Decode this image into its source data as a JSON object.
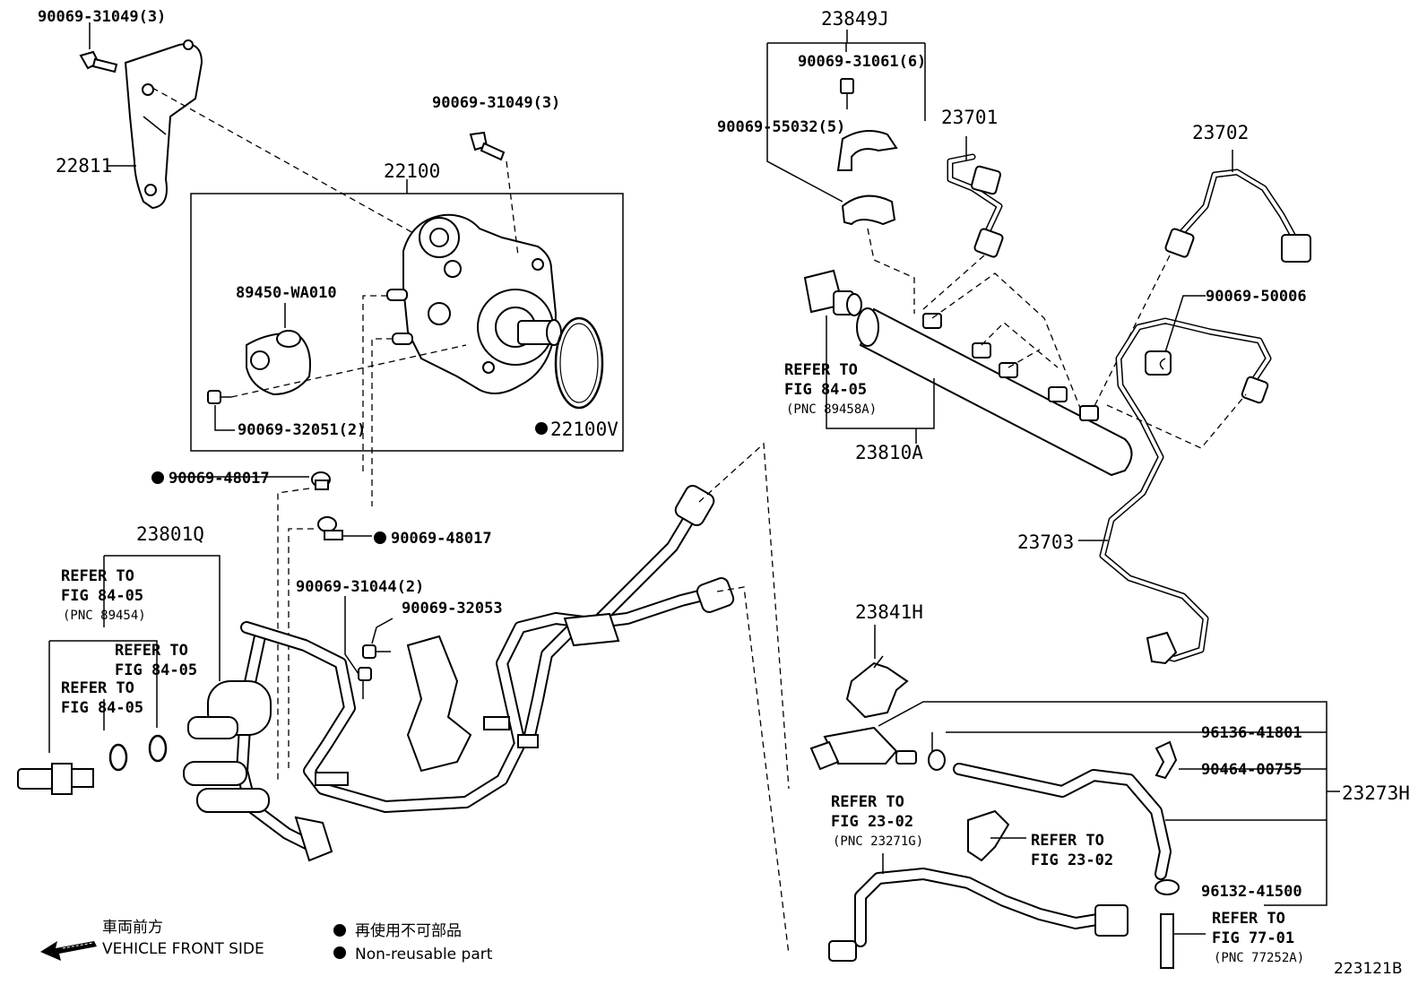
{
  "labels": {
    "bolt_top_left": "90069-31049(3)",
    "bracket": "22811",
    "pump_assy": "22100",
    "bolt_pump": "90069-31049(3)",
    "valve": "89450-WA010",
    "screw_valve": "90069-32051(2)",
    "oring_pump": "22100V",
    "clip_a": "90069-48017",
    "clip_b": "90069-48017",
    "tube_set": "23801Q",
    "refer_a_line1": "REFER TO",
    "refer_a_line2": "FIG 84-05",
    "refer_a_line3": "(PNC 89454)",
    "refer_b_line1": "REFER TO",
    "refer_b_line2": "FIG 84-05",
    "refer_c_line1": "REFER TO",
    "refer_c_line2": "FIG 84-05",
    "bolt_mid": "90069-31044(2)",
    "screw_mid": "90069-32053",
    "clamp_set": "23849J",
    "bolt_clamp": "90069-31061(6)",
    "clamp_cushion": "90069-55032(5)",
    "pipe_1": "23701",
    "pipe_2": "23702",
    "cushion": "90069-50006",
    "refer_d_line1": "REFER TO",
    "refer_d_line2": "FIG 84-05",
    "refer_d_line3": "(PNC 89458A)",
    "rail": "23810A",
    "pipe_3": "23703",
    "bracket_2": "23841H",
    "hose_clip_1": "96136-41801",
    "hose_clip_2": "90464-00755",
    "hose_set": "23273H",
    "hose_clip_3": "96132-41500",
    "refer_e_line1": "REFER TO",
    "refer_e_line2": "FIG 23-02",
    "refer_e_line3": "(PNC 23271G)",
    "refer_f_line1": "REFER TO",
    "refer_f_line2": "FIG 23-02",
    "refer_g_line1": "REFER TO",
    "refer_g_line2": "FIG 77-01",
    "refer_g_line3": "(PNC 77252A)"
  },
  "legend": {
    "front_jp": "車両前方",
    "front_en": "VEHICLE FRONT SIDE",
    "nonreuse_jp": "再使用不可部品",
    "nonreuse_en": "Non-reusable part"
  },
  "figure_id": "223121B"
}
